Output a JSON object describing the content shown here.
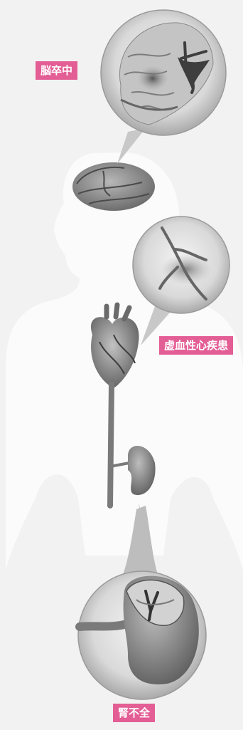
{
  "labels": {
    "stroke": "脳卒中",
    "ischemic_heart_disease": "虚血性心疾患",
    "renal_failure": "腎不全"
  },
  "colors": {
    "label_background": "#e35e95",
    "label_text": "#ffffff",
    "background": "#f2f2f2",
    "silhouette": "#fbfbfb"
  }
}
